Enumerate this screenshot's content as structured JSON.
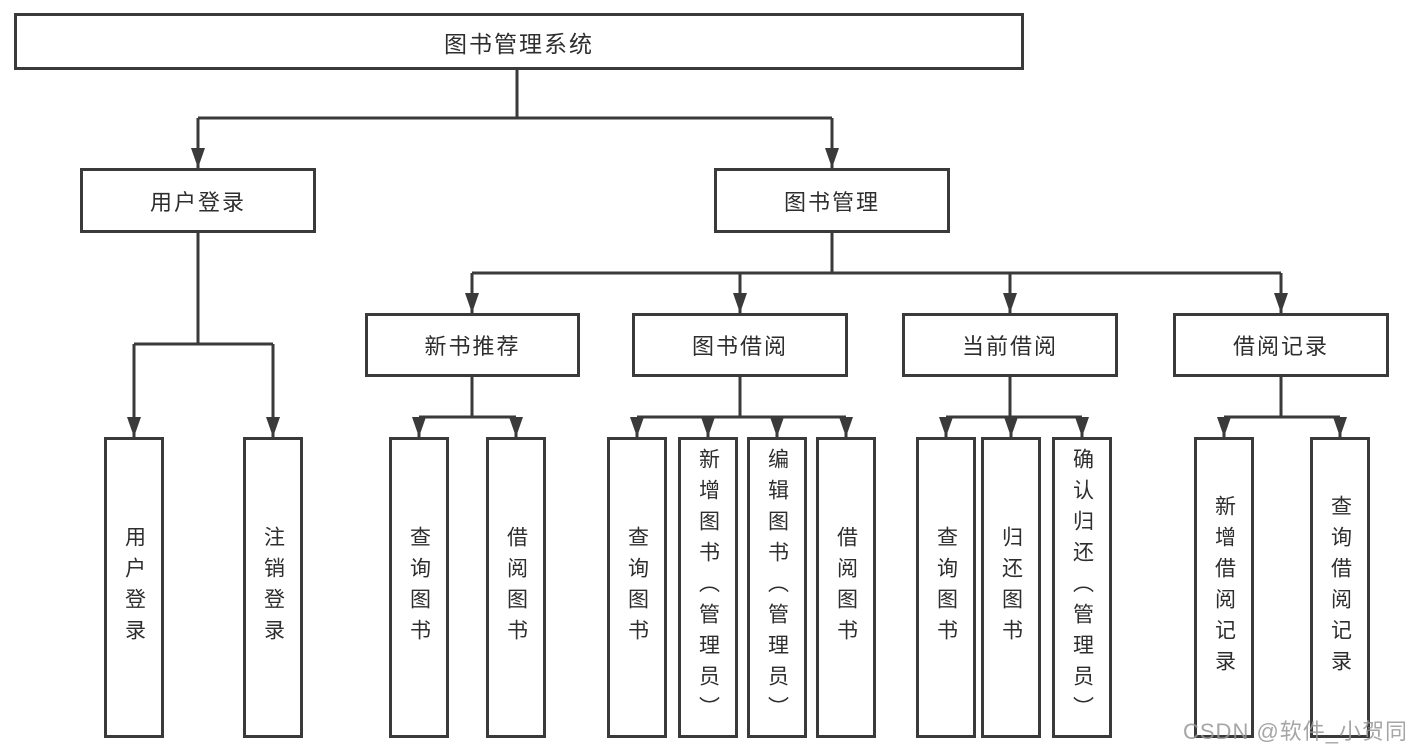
{
  "diagram": {
    "title": "图书管理系统",
    "level2": {
      "user_login": "用户登录",
      "book_mgmt": "图书管理"
    },
    "level3": {
      "new_book_rec": "新书推荐",
      "book_borrow": "图书借阅",
      "current_borrow": "当前借阅",
      "borrow_records": "借阅记录"
    },
    "leaves": {
      "user_login": "用户登录",
      "logout": "注销登录",
      "nb_query_books": "查询图书",
      "nb_borrow_books": "借阅图书",
      "bb_query_books": "查询图书",
      "bb_add_books": "新增图书（管理员）",
      "bb_edit_books": "编辑图书（管理员）",
      "bb_borrow_books": "借阅图书",
      "cb_query_books": "查询图书",
      "cb_return_books": "归还图书",
      "cb_confirm_return": "确认归还（管理员）",
      "br_add_record": "新增借阅记录",
      "br_query_record": "查询借阅记录"
    }
  },
  "watermark": {
    "text": "CSDN @软件_小贺同学"
  },
  "colors": {
    "line": "#3a3a3a",
    "text": "#2e2e2e",
    "background": "#ffffff",
    "watermark": "#969696"
  }
}
